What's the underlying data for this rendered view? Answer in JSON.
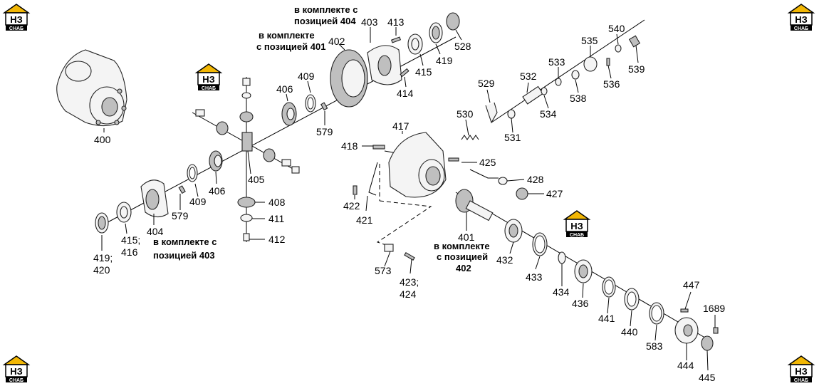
{
  "logo": {
    "mark": "НЗ",
    "sub": "СНАБ",
    "accent": "#f2b705"
  },
  "labels": {
    "p400": "400",
    "p401": "401",
    "p402": "402",
    "p403": "403",
    "p404": "404",
    "p405": "405",
    "p406a": "406",
    "p406b": "406",
    "p408": "408",
    "p409a": "409",
    "p409b": "409",
    "p411": "411",
    "p412": "412",
    "p413": "413",
    "p414": "414",
    "p415": "415",
    "p415_416": "415;",
    "p416": "416",
    "p417": "417",
    "p418": "418",
    "p419": "419",
    "p419_420": "419;",
    "p420": "420",
    "p421": "421",
    "p422": "422",
    "p423_424": "423;",
    "p424": "424",
    "p425": "425",
    "p427": "427",
    "p428": "428",
    "p432": "432",
    "p433": "433",
    "p434": "434",
    "p436": "436",
    "p440": "440",
    "p441": "441",
    "p444": "444",
    "p445": "445",
    "p447": "447",
    "p528": "528",
    "p529": "529",
    "p530": "530",
    "p531": "531",
    "p532": "532",
    "p533": "533",
    "p534": "534",
    "p535": "535",
    "p536": "536",
    "p538": "538",
    "p539": "539",
    "p540": "540",
    "p573": "573",
    "p579a": "579",
    "p579b": "579",
    "p583": "583",
    "p1689": "1689"
  },
  "notes": {
    "n404_l1": "в комплекте с",
    "n404_l2": "позицией 404",
    "n401_l1": "в комплекте",
    "n401_l2": "с позицией 401",
    "n403_l1": "в комплекте с",
    "n403_l2": "позицией 403",
    "n402_l1": "в комплекте",
    "n402_l2": "с позицией",
    "n402_l3": "402"
  }
}
